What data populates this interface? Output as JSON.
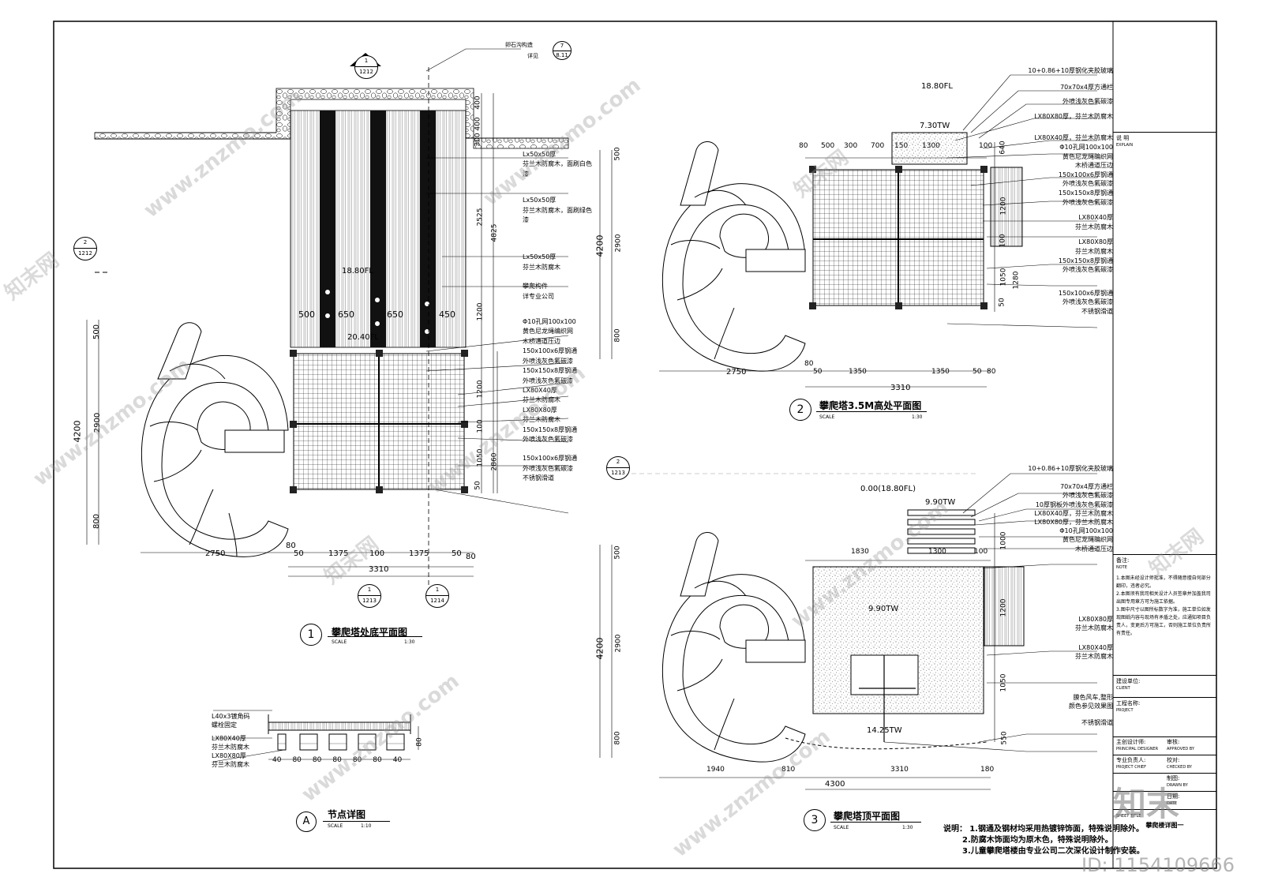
{
  "drawing_titles": {
    "plan1": "攀爬塔处底平面图",
    "plan2": "攀爬塔3.5M高处平面图",
    "plan3": "攀爬塔顶平面图",
    "detailA": "节点详图",
    "scale_label": "SCALE",
    "scale_130": "1:30",
    "scale_110": "1:10"
  },
  "markers": {
    "n1": "1",
    "n2": "2",
    "n3": "3",
    "nA": "A",
    "sec_top_num": "1",
    "sec_top_ref": "1212",
    "sec_left_num": "2",
    "sec_left_ref": "1212",
    "sec_mid_num": "2",
    "sec_mid_ref": "1213",
    "sec_bot1_num": "1",
    "sec_bot1_ref": "1213",
    "sec_bot2_num": "1",
    "sec_bot2_ref": "1214",
    "detail_callout": "7",
    "detail_callout_ref": "8.11",
    "callout_text1": "卵石沟构造",
    "callout_text2": "详见"
  },
  "plan1": {
    "elev_a": "18.80FL",
    "elev_b": "20.40FL",
    "dims_top": [
      "500",
      "650",
      "650",
      "450"
    ],
    "dims_bottom": [
      "80",
      "50",
      "1375",
      "100",
      "1375",
      "50",
      "80"
    ],
    "total_width": "3310",
    "left_dim": "2750",
    "v_dims": [
      "500",
      "2900",
      "800"
    ],
    "v_total": "4200",
    "right_v": [
      "400",
      "400",
      "300",
      "2525",
      "1200"
    ],
    "right_total": "4825",
    "right_v2": [
      "1200",
      "100",
      "1050",
      "50",
      "2860"
    ],
    "labels": [
      "Lx50x50厚",
      "芬兰木防腐木，面刷白色漆",
      "Lx50x50厚",
      "芬兰木防腐木，面刷绿色漆",
      "Lx50x50厚",
      "芬兰木防腐木",
      "攀爬构件",
      "详专业公司",
      "Φ10孔网100x100",
      "黄色尼龙绳编织网",
      "木桥通道压边",
      "150x100x6厚钢通",
      "外喷浅灰色氟碳漆",
      "150x150x8厚钢通",
      "外喷浅灰色氟碳漆",
      "LX80X40厚",
      "芬兰木防腐木",
      "LX80X80厚",
      "芬兰木防腐木",
      "150x150x8厚钢通",
      "外喷浅灰色氟碳漆",
      "150x100x6厚钢通",
      "外喷浅灰色氟碳漆",
      "不锈钢滑道"
    ]
  },
  "plan2": {
    "elev_a": "18.80FL",
    "elev_b": "7.30TW",
    "dims_top": [
      "80",
      "500",
      "300",
      "700",
      "150",
      "1300",
      "100"
    ],
    "dims_bottom": [
      "80",
      "50",
      "1350",
      "1350",
      "50",
      "80"
    ],
    "total_width": "3310",
    "left_dim": "2750",
    "v_dims": [
      "500",
      "2900",
      "800"
    ],
    "v_total": "4200",
    "right_v": [
      "640",
      "1200",
      "100",
      "1050",
      "1280",
      "50"
    ],
    "labels": [
      "10+0.86+10厚钢化夹胶玻璃",
      "70x70x4厚方通栏",
      "外喷浅灰色氟碳漆",
      "LX80X80厚，芬兰木防腐木",
      "LX80X40厚，芬兰木防腐木",
      "Φ10孔网100x100",
      "黄色尼龙绳编织网",
      "木桥通道压边",
      "150x100x6厚钢通",
      "外喷浅灰色氟碳漆",
      "150x150x8厚钢通",
      "外喷浅灰色氟碳漆",
      "LX80X40厚",
      "芬兰木防腐木",
      "LX80X80厚",
      "芬兰木防腐木",
      "150x150x8厚钢通",
      "外喷浅灰色氟碳漆",
      "150x100x6厚钢通",
      "外喷浅灰色氟碳漆",
      "不锈钢滑道"
    ]
  },
  "plan3": {
    "elev_a": "0.00(18.80FL)",
    "elev_b": "9.90TW",
    "elev_c": "9.90TW",
    "elev_d": "14.25TW",
    "dims_top": [
      "1830",
      "1300",
      "100"
    ],
    "dims_bottom": [
      "1940",
      "810",
      "3310",
      "180"
    ],
    "total": "4300",
    "v_dims": [
      "500",
      "2900",
      "800"
    ],
    "v_total": "4200",
    "right_v": [
      "1000",
      "1200",
      "1050",
      "550"
    ],
    "labels": [
      "10+0.86+10厚钢化夹胶玻璃",
      "70x70x4厚方通栏",
      "外喷浅灰色氟碳漆",
      "10厚钢板外喷浅灰色氟碳漆",
      "LX80X40厚，芬兰木防腐木",
      "LX80X80厚，芬兰木防腐木",
      "Φ10孔网100x100",
      "黄色尼龙绳编织网",
      "木桥通道压边",
      "LX80X80厚",
      "芬兰木防腐木",
      "LX80X40厚",
      "芬兰木防腐木",
      "膜色风车,整形",
      "颜色参见效果图",
      "不锈钢滑道"
    ]
  },
  "detailA": {
    "labels": [
      "L40x3镀角码",
      "螺栓固定",
      "LX80X40厚",
      "芬兰木防腐木",
      "LX80X80厚",
      "芬兰木防腐木"
    ],
    "dims": [
      "40",
      "80",
      "80",
      "80",
      "80",
      "80",
      "40"
    ],
    "height": "80"
  },
  "notes": {
    "title": "说明：",
    "items": [
      "1.钢通及钢材均采用热镀锌饰面，特殊说明除外。",
      "2.防腐木饰面均为原木色，特殊说明除外。",
      "3.儿童攀爬塔楼由专业公司二次深化设计制作安装。"
    ]
  },
  "title_block": {
    "desc_cn": "说 明",
    "desc_en": "EXPLAIN",
    "note_cn": "备注:",
    "note_en": "NOTE",
    "note_lines": [
      "1.本图未经设计师批准，不得随意擅自何部分翻印，违者必究。",
      "2.本图须有我司相关设计人员签章并加盖我司出图专用章方可为施工依据。",
      "3.图中尺寸以图所标数字为准，施工单位如发现图纸内容与现场有矛盾之处，应通知项目负责人，变更后方可施工，否则施工单位负责所有责任。"
    ],
    "client_cn": "建设单位:",
    "client_en": "CLIENT",
    "project_cn": "工程名称:",
    "project_en": "PROJECT",
    "rows": [
      [
        "主创设计师:",
        "PRINCIPAL DESIGNER",
        "审核:",
        "APPROVED BY"
      ],
      [
        "专业负责人:",
        "PROJECT CHIEF",
        "校对:",
        "CHECKED BY"
      ],
      [
        "",
        "",
        "制图:",
        "DRAWN BY"
      ],
      [
        "",
        "",
        "日期:",
        "DATE"
      ]
    ],
    "sheet_title": "攀爬楼详图一",
    "sheet_title_en": "SHEET TITLE"
  },
  "watermark": {
    "site": "www.znzmo.com",
    "brand": "知末网",
    "logo": "知末",
    "id": "ID: 1154109666"
  }
}
